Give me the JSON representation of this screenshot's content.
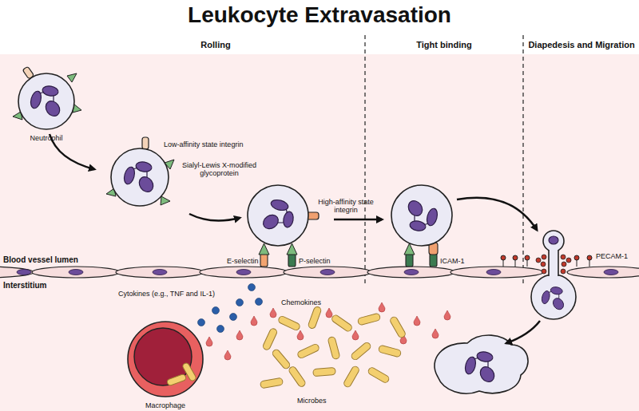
{
  "diagram": {
    "title": "Leukocyte Extravasation",
    "nodes": [
      {
        "text": [
          "Neutrophil"
        ]
      },
      {
        "text": [
          "Macrophage"
        ]
      }
    ],
    "labels": [
      "Rolling",
      "Tight binding",
      "Diapedesis and Migration",
      "Low-affinity state integrin",
      "Sialyl-Lewis X-modified glycoprotein",
      "High-affinity state integrin",
      "Blood vessel lumen",
      "E-selectin",
      "P-selectin",
      "ICAM-1",
      "PECAM-1",
      "Interstitium",
      "Cytokines (e.g., TNF and IL-1)",
      "Chemokines",
      "Microbes"
    ]
  }
}
